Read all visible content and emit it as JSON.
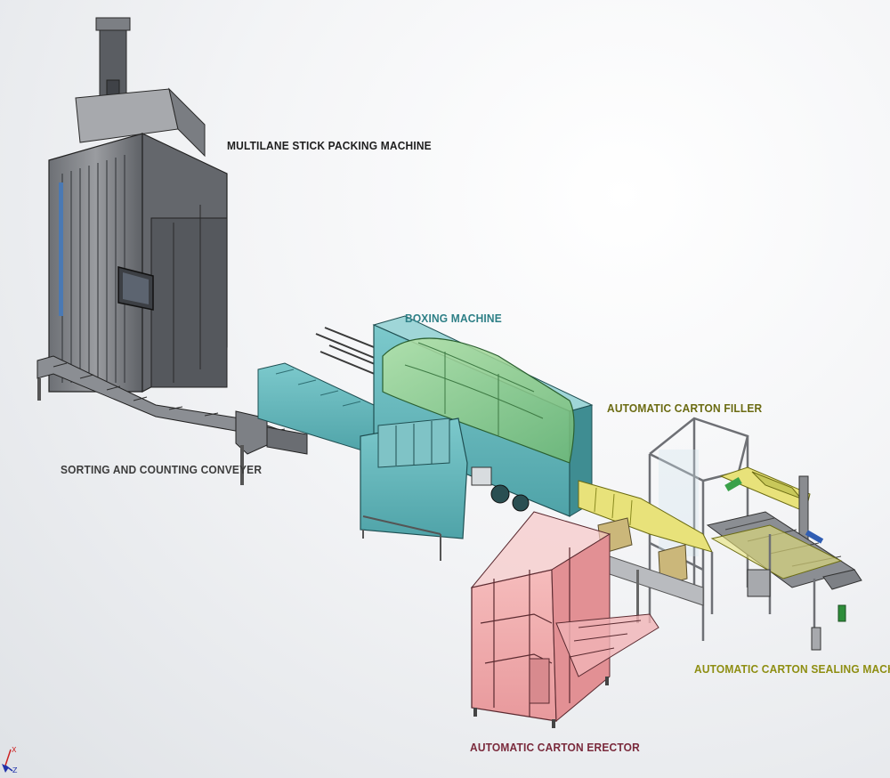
{
  "labels": {
    "stick_packing": "MULTILANE STICK PACKING MACHINE",
    "boxing": "BOXING MACHINE",
    "carton_filler": "AUTOMATIC CARTON FILLER",
    "sorting_conveyor": "SORTING AND COUNTING CONVEYER",
    "carton_sealing": "AUTOMATIC CARTON SEALING MACHINE",
    "carton_erector": "AUTOMATIC CARTON ERECTOR"
  },
  "axes": {
    "x": "X",
    "z": "Z"
  },
  "colors": {
    "stick_label": "#1e1e1e",
    "boxing_label": "#2d7f86",
    "filler_label": "#6b6b12",
    "sorting_label": "#3c3c3c",
    "sealing_label": "#8e8e12",
    "erector_label": "#7a2a3c",
    "teal_machine": "#5fb3b8",
    "green_dome": "#8fd18a",
    "pink_erector": "#f0a8aa",
    "yellow_guides": "#e8e27a",
    "grey_machine": "#8a8c90"
  }
}
